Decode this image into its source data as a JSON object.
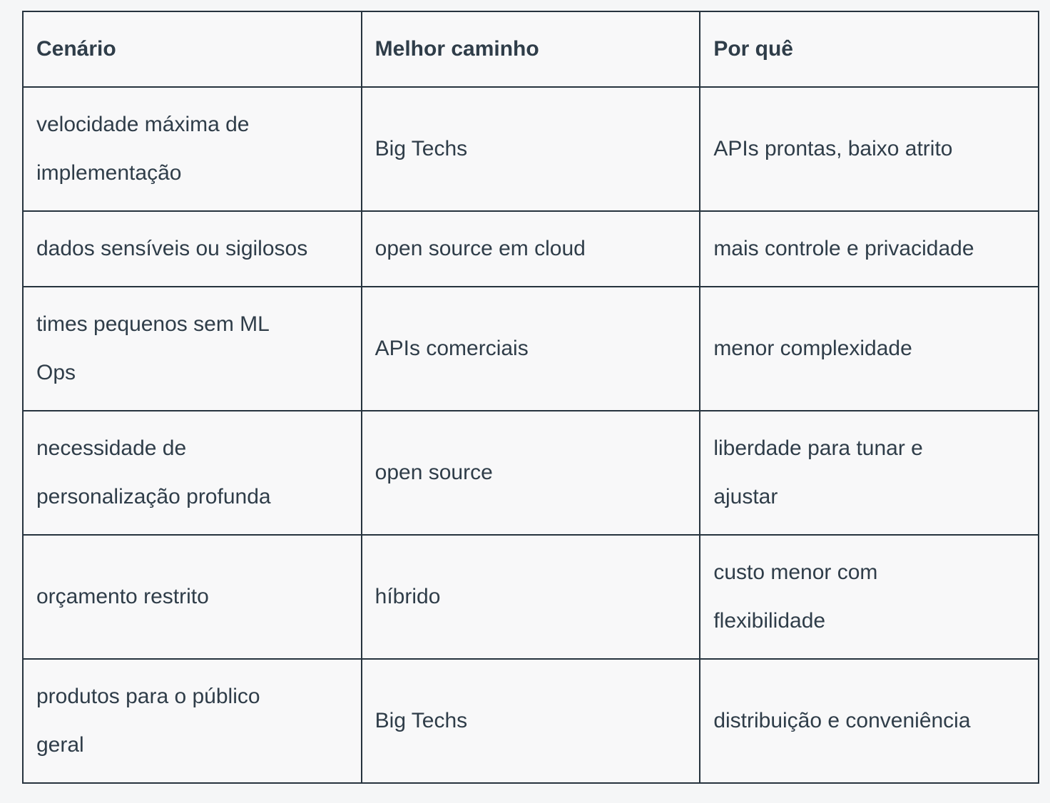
{
  "page": {
    "background_color": "#f5f6f7"
  },
  "table": {
    "border_color": "#26333e",
    "cell_background": "#f8f8f9",
    "text_color": "#2f3d49",
    "headers": [
      "Cenário",
      "Melhor caminho",
      "Por quê"
    ],
    "rows": [
      [
        "velocidade máxima de\nimplementação",
        "Big Techs",
        "APIs prontas, baixo atrito"
      ],
      [
        "dados sensíveis ou sigilosos",
        "open source em cloud",
        "mais controle e privacidade"
      ],
      [
        "times pequenos sem ML\nOps",
        "APIs comerciais",
        "menor complexidade"
      ],
      [
        "necessidade de\npersonalização profunda",
        "open source",
        "liberdade para tunar e\najustar"
      ],
      [
        "orçamento restrito",
        "híbrido",
        "custo menor com\nflexibilidade"
      ],
      [
        "produtos para o público\ngeral",
        "Big Techs",
        "distribuição e conveniência"
      ]
    ]
  }
}
